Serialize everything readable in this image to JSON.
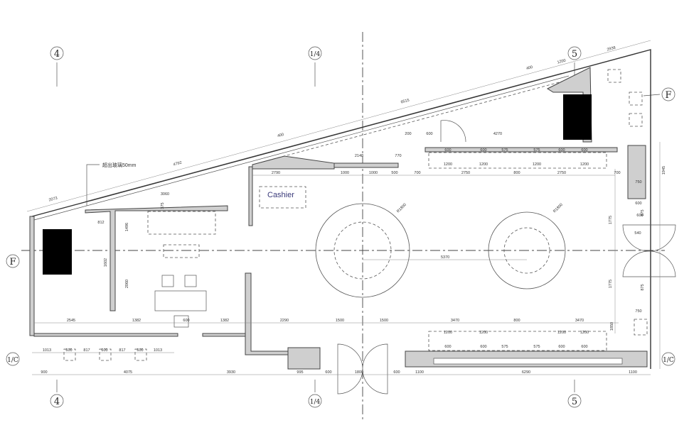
{
  "axes": {
    "col_4": "4",
    "col_1_4": "1/4",
    "col_5": "5",
    "row_F": "F",
    "row_1_C": "1/C"
  },
  "labels": {
    "cashier": "Cashier",
    "glass_note": "超出玻璃50mm",
    "radius_left": "R1800",
    "radius_right": "R1800",
    "table_spacing": "5370"
  },
  "dims": {
    "diagonal": [
      "2073",
      "4792",
      "400",
      "6515",
      "400",
      "1200",
      "2938"
    ],
    "top_row": [
      "2790",
      "1000",
      "1000",
      "500",
      "700",
      "2750",
      "800",
      "2750",
      "700"
    ],
    "top_upper": [
      "200",
      "600",
      "4270",
      "2148",
      "770"
    ],
    "top_counters": [
      "600",
      "600",
      "575",
      "575",
      "600",
      "600",
      "1200",
      "1200",
      "1200",
      "1200"
    ],
    "left_room": [
      "3060",
      "812",
      "1496",
      "1602",
      "2060",
      "375"
    ],
    "middle_row": [
      "2545",
      "1382",
      "600",
      "1382",
      "2290",
      "1500",
      "1500",
      "3470",
      "800",
      "3470"
    ],
    "bottom_counters": [
      "1200",
      "1200",
      "1200",
      "1200",
      "600",
      "600",
      "575",
      "575",
      "600",
      "600"
    ],
    "lower_left": [
      "1013",
      "600",
      "817",
      "600",
      "817",
      "600",
      "1013"
    ],
    "bottom_row": [
      "900",
      "4075",
      "3930",
      "995",
      "600",
      "1800",
      "600",
      "1100",
      "6290",
      "1100"
    ],
    "right_side": [
      "1945",
      "1775",
      "1775",
      "1850",
      "750",
      "750",
      "540",
      "600",
      "600",
      "875",
      "875"
    ]
  }
}
